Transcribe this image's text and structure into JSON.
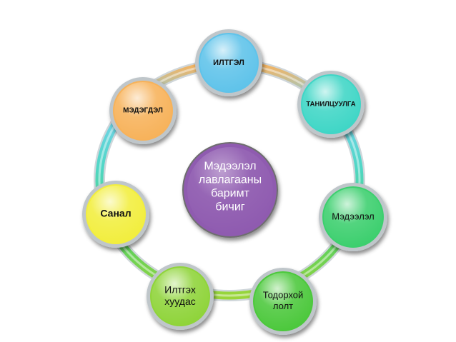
{
  "diagram": {
    "center": {
      "lines": [
        "Мэдээлэл",
        "лавлагааны",
        "баримт",
        "бичиг"
      ]
    },
    "nodes": [
      {
        "id": "iltgel",
        "lines": [
          "ИЛТГЭЛ"
        ],
        "color": "#5fc3ea"
      },
      {
        "id": "tanilcuulga",
        "lines": [
          "ТАНИЛЦУУЛГА"
        ],
        "color": "#3fd6c6"
      },
      {
        "id": "medeelel",
        "lines": [
          "Мэдээлэл"
        ],
        "color": "#3ccf6e"
      },
      {
        "id": "todorhoi-lolt",
        "lines": [
          "Тодорхой",
          "лолт"
        ],
        "color": "#4cc83c"
      },
      {
        "id": "iltgeh-huudas",
        "lines": [
          "Илтгэх",
          "хуудас"
        ],
        "color": "#8fd43a"
      },
      {
        "id": "sanal",
        "lines": [
          "Санал"
        ],
        "color": "#f2ee3e"
      },
      {
        "id": "medegdel",
        "lines": [
          "МЭДЭГДЭЛ"
        ],
        "color": "#f7b25a"
      }
    ],
    "center_color": "#8f5bb0",
    "ring_color": "#8fd9ef"
  }
}
